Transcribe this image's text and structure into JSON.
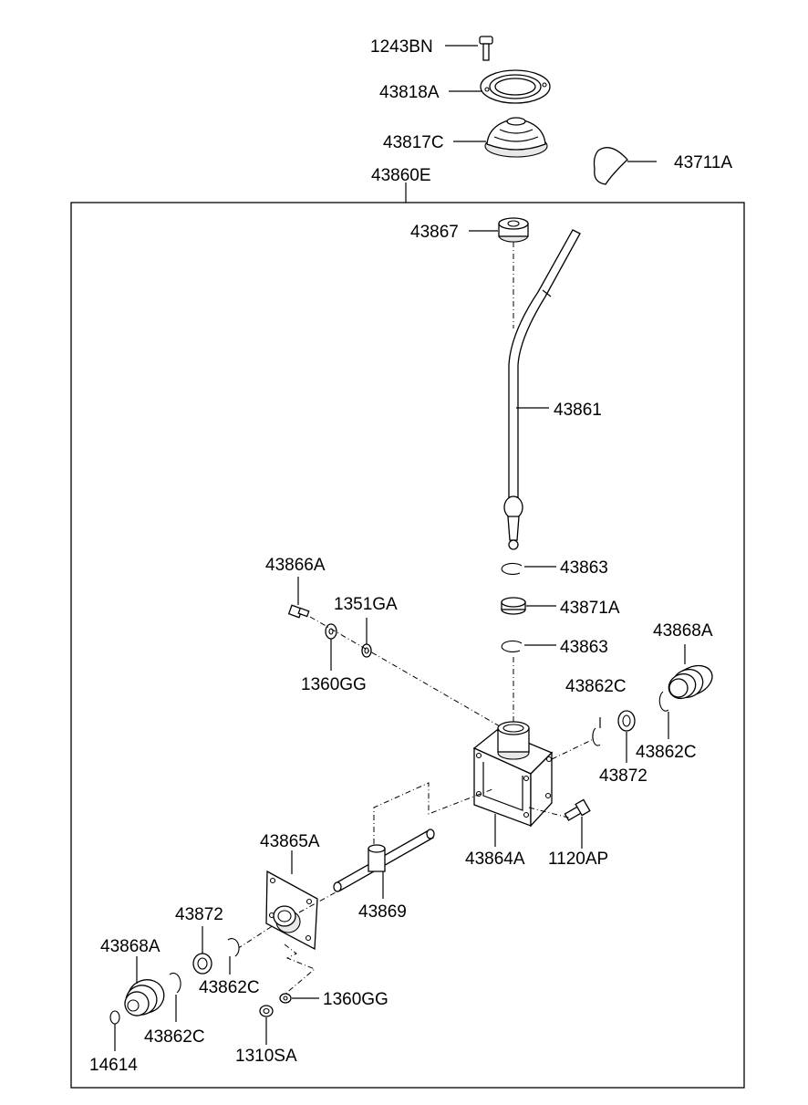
{
  "labels": {
    "p_1243BN": "1243BN",
    "p_43818A": "43818A",
    "p_43817C": "43817C",
    "p_43711A": "43711A",
    "p_43860E": "43860E",
    "p_43867": "43867",
    "p_43861": "43861",
    "p_43866A": "43866A",
    "p_1351GA": "1351GA",
    "p_1360GG_top": "1360GG",
    "p_43863_a": "43863",
    "p_43871A": "43871A",
    "p_43863_b": "43863",
    "p_43868A_right": "43868A",
    "p_43862C_r1": "43862C",
    "p_43862C_r2": "43862C",
    "p_43872_right": "43872",
    "p_43865A": "43865A",
    "p_43864A": "43864A",
    "p_1120AP": "1120AP",
    "p_43869": "43869",
    "p_43872_left": "43872",
    "p_43868A_left": "43868A",
    "p_43862C_l1": "43862C",
    "p_43862C_l2": "43862C",
    "p_1360GG_bottom": "1360GG",
    "p_14614": "14614",
    "p_1310SA": "1310SA"
  },
  "colors": {
    "line": "#000000",
    "background": "#ffffff",
    "shade": "#e8e8e8"
  }
}
